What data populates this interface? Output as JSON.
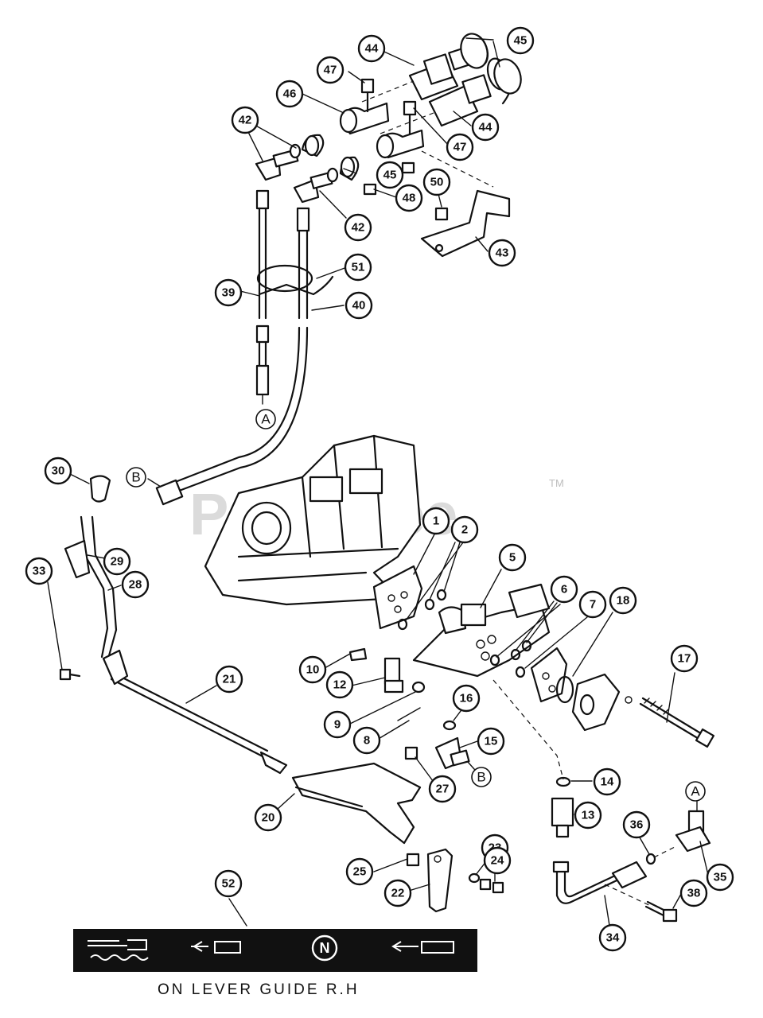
{
  "diagram": {
    "watermark": "PartsTree",
    "watermark_tm": "TM",
    "caption": "ON LEVER GUIDE R.H",
    "decal_neutral": "N",
    "reference_letters": [
      "A",
      "B",
      "B",
      "A"
    ],
    "callouts": [
      "1",
      "2",
      "5",
      "6",
      "7",
      "8",
      "9",
      "10",
      "12",
      "13",
      "14",
      "15",
      "16",
      "17",
      "18",
      "20",
      "21",
      "22",
      "23",
      "24",
      "25",
      "27",
      "28",
      "29",
      "30",
      "33",
      "34",
      "35",
      "36",
      "38",
      "39",
      "40",
      "42",
      "42",
      "43",
      "44",
      "44",
      "45",
      "45",
      "46",
      "47",
      "47",
      "48",
      "50",
      "51",
      "52"
    ],
    "decal_icons": [
      "cylinder-float-icon",
      "cylinder-lower-icon",
      "neutral-icon",
      "cylinder-raise-icon"
    ]
  }
}
